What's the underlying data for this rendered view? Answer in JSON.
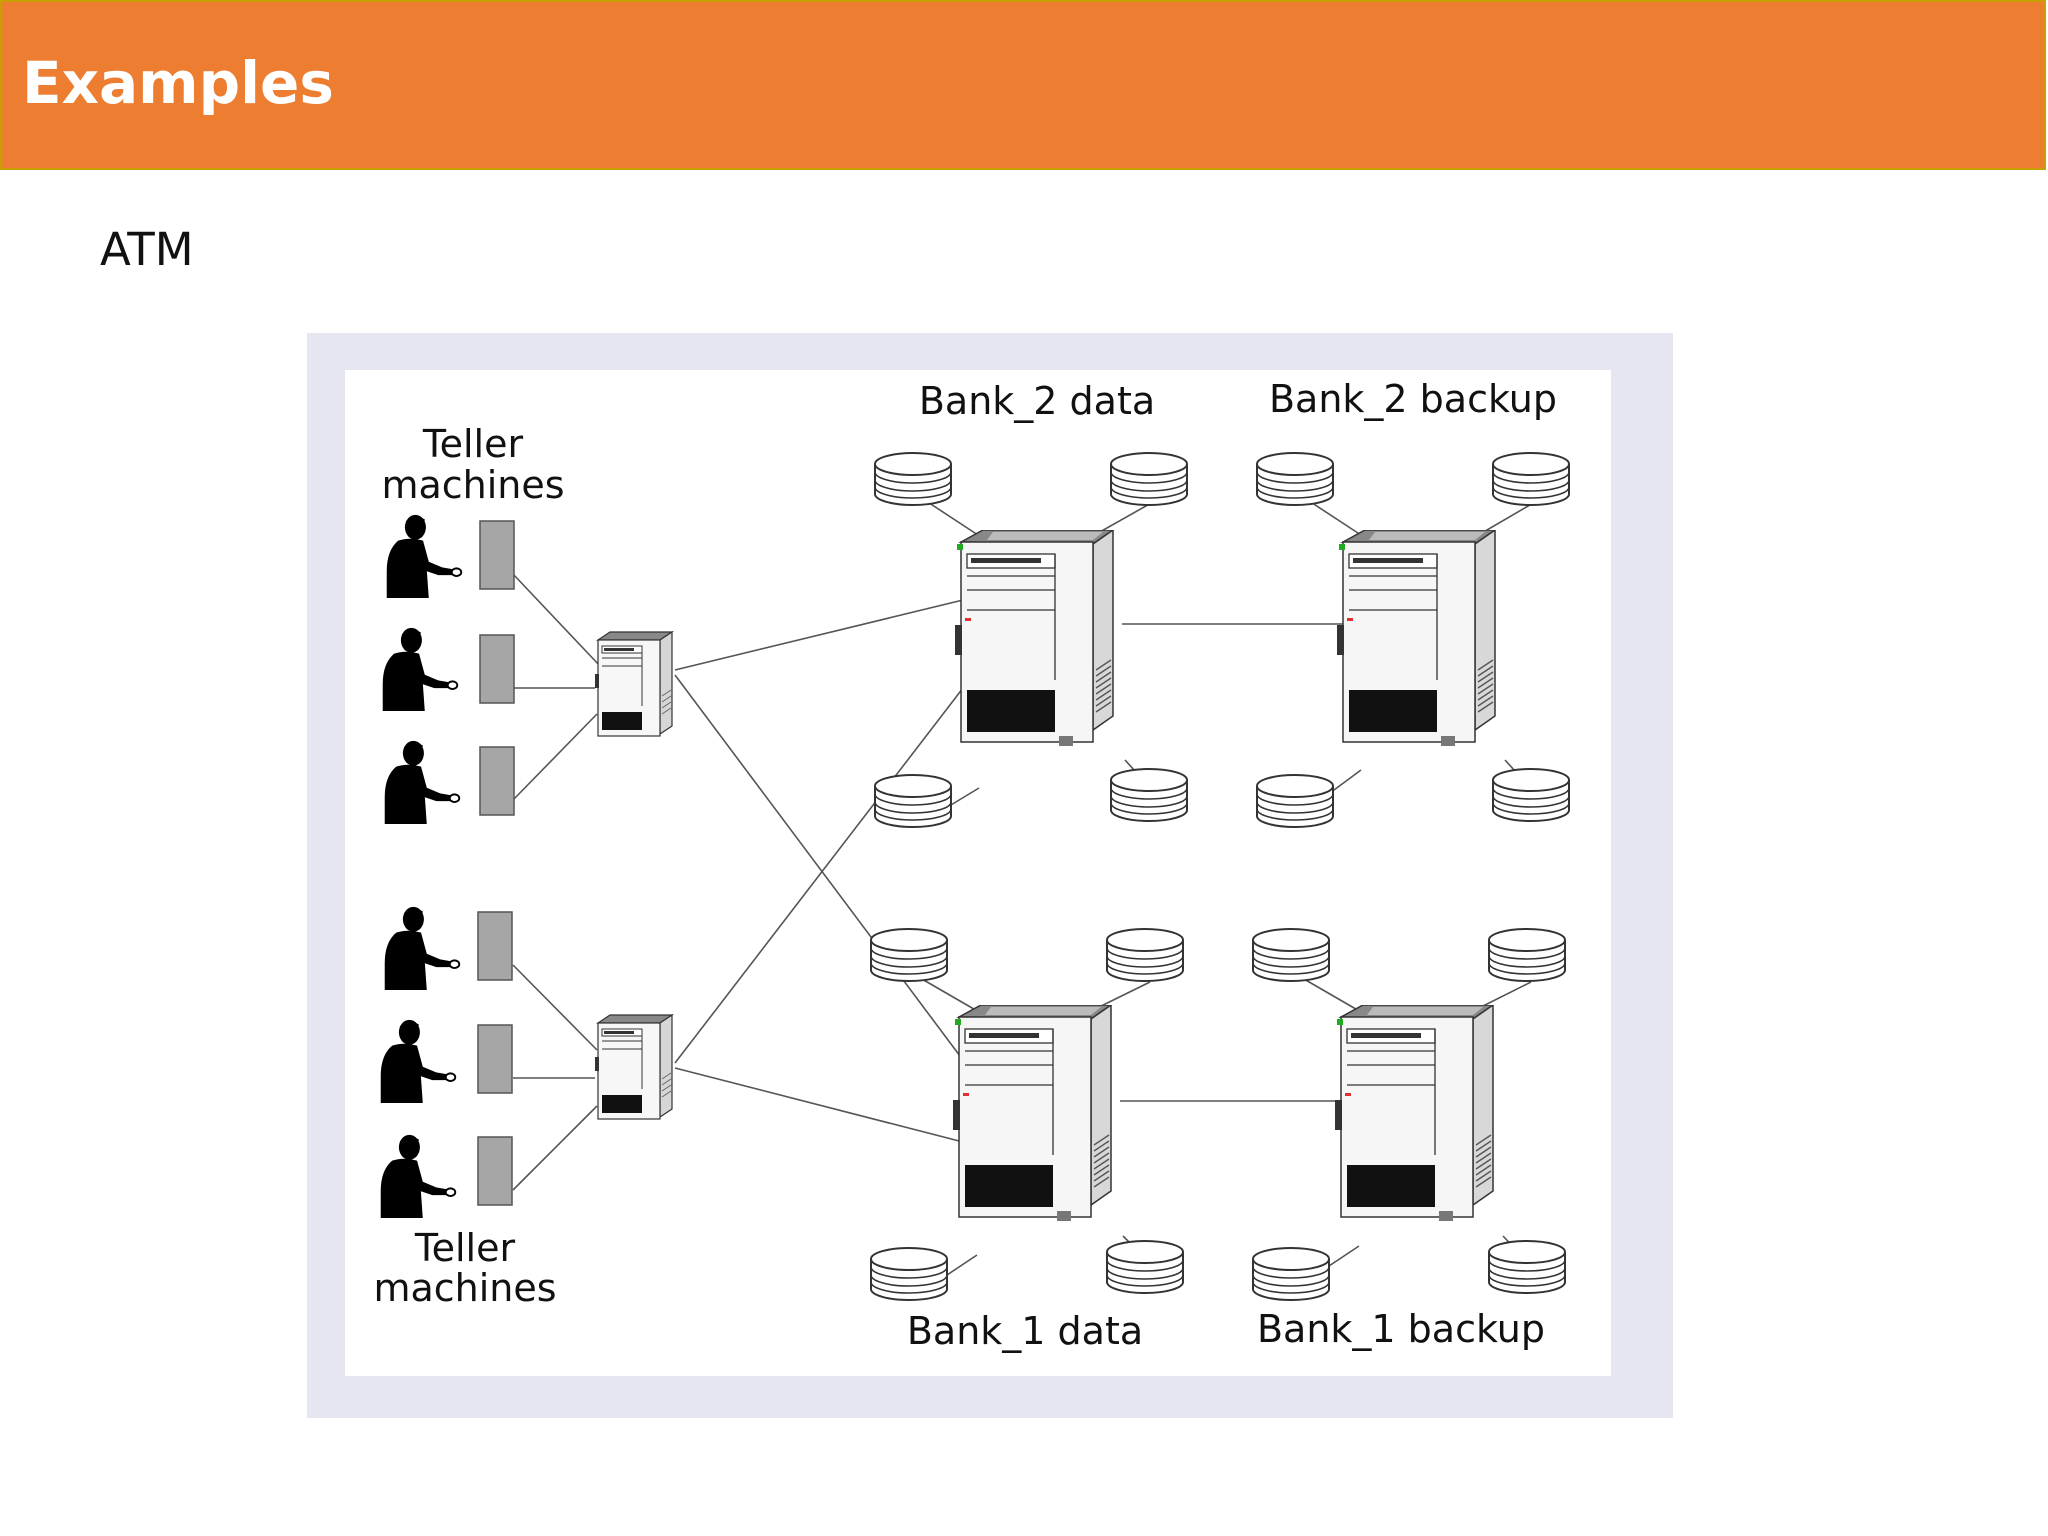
{
  "slide": {
    "title": "Examples",
    "subtitle": "ATM"
  },
  "colors": {
    "header_background": "#ED7D31",
    "header_border": "#C8A000",
    "title_text": "#FFFFFF",
    "frame_background": "#E6E6F0"
  },
  "diagram": {
    "labels": {
      "teller_machines_top_line1": "Teller",
      "teller_machines_top_line2": "machines",
      "teller_machines_bottom_line1": "Teller",
      "teller_machines_bottom_line2": "machines",
      "bank2_data": "Bank_2 data",
      "bank2_backup": "Bank_2 backup",
      "bank1_data": "Bank_1 data",
      "bank1_backup": "Bank_1 backup"
    },
    "icons": [
      "person-icon",
      "teller-machine-icon",
      "server-icon",
      "disk-stack-icon"
    ]
  }
}
